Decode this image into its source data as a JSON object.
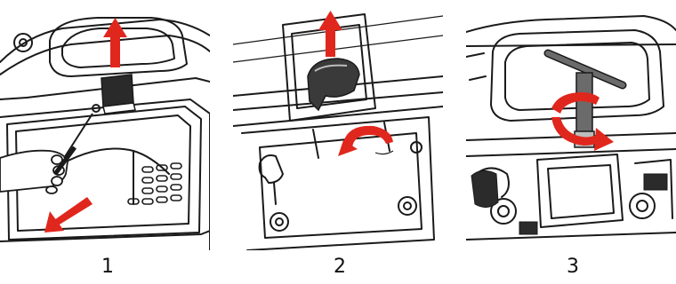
{
  "steps": [
    {
      "number": "1"
    },
    {
      "number": "2"
    },
    {
      "number": "3"
    }
  ],
  "colors": {
    "arrow": "#e0271d",
    "line": "#1a1a1a",
    "shade": "#6b6b6b",
    "light": "#bdbdbd"
  },
  "icons": [
    "up-arrow-icon",
    "down-left-arrow-icon",
    "rotate-arrow-icon",
    "screwdriver-icon",
    "t-wrench-icon",
    "hand-icon"
  ]
}
